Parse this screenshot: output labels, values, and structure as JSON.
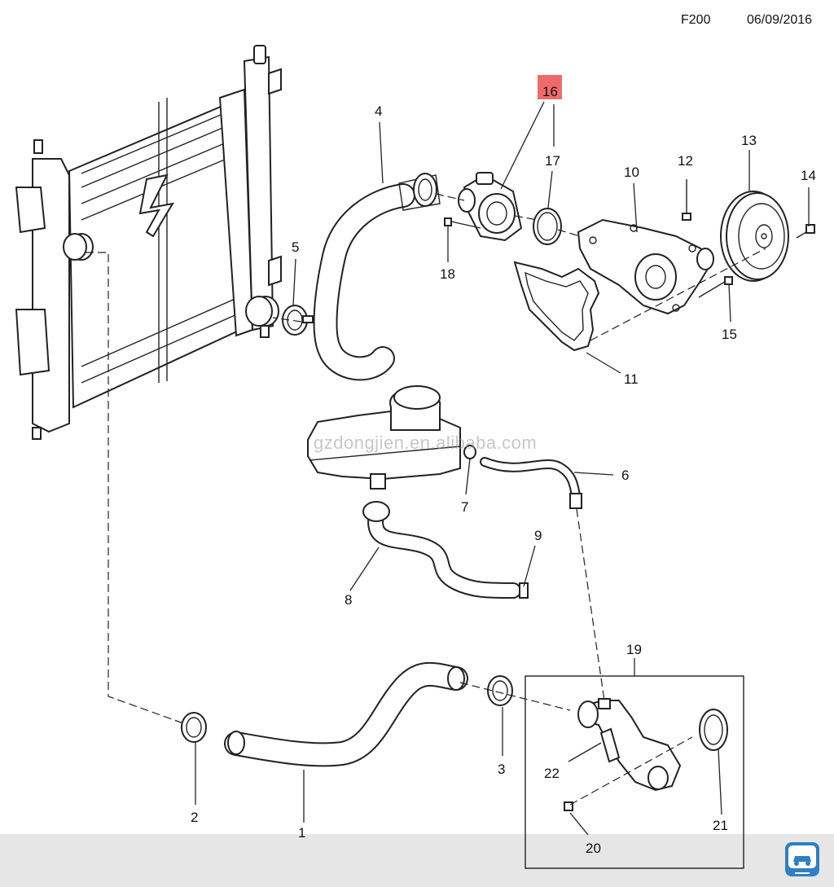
{
  "header": {
    "code": "F200",
    "date": "06/09/2016"
  },
  "watermark": "gzdongjien.en.alibaba.com",
  "highlight_color": "#ef6b6b",
  "callouts": [
    {
      "id": "c1",
      "label": "1"
    },
    {
      "id": "c2",
      "label": "2"
    },
    {
      "id": "c3",
      "label": "3"
    },
    {
      "id": "c4",
      "label": "4"
    },
    {
      "id": "c5",
      "label": "5"
    },
    {
      "id": "c6",
      "label": "6"
    },
    {
      "id": "c7",
      "label": "7"
    },
    {
      "id": "c8",
      "label": "8"
    },
    {
      "id": "c9",
      "label": "9"
    },
    {
      "id": "c10",
      "label": "10"
    },
    {
      "id": "c11",
      "label": "11"
    },
    {
      "id": "c12",
      "label": "12"
    },
    {
      "id": "c13",
      "label": "13"
    },
    {
      "id": "c14",
      "label": "14"
    },
    {
      "id": "c15",
      "label": "15"
    },
    {
      "id": "c16",
      "label": "16"
    },
    {
      "id": "c17",
      "label": "17"
    },
    {
      "id": "c18",
      "label": "18"
    },
    {
      "id": "c19",
      "label": "19"
    },
    {
      "id": "c20",
      "label": "20"
    },
    {
      "id": "c21",
      "label": "21"
    },
    {
      "id": "c22",
      "label": "22"
    }
  ],
  "corner_logo_icon": "car-badge-icon"
}
